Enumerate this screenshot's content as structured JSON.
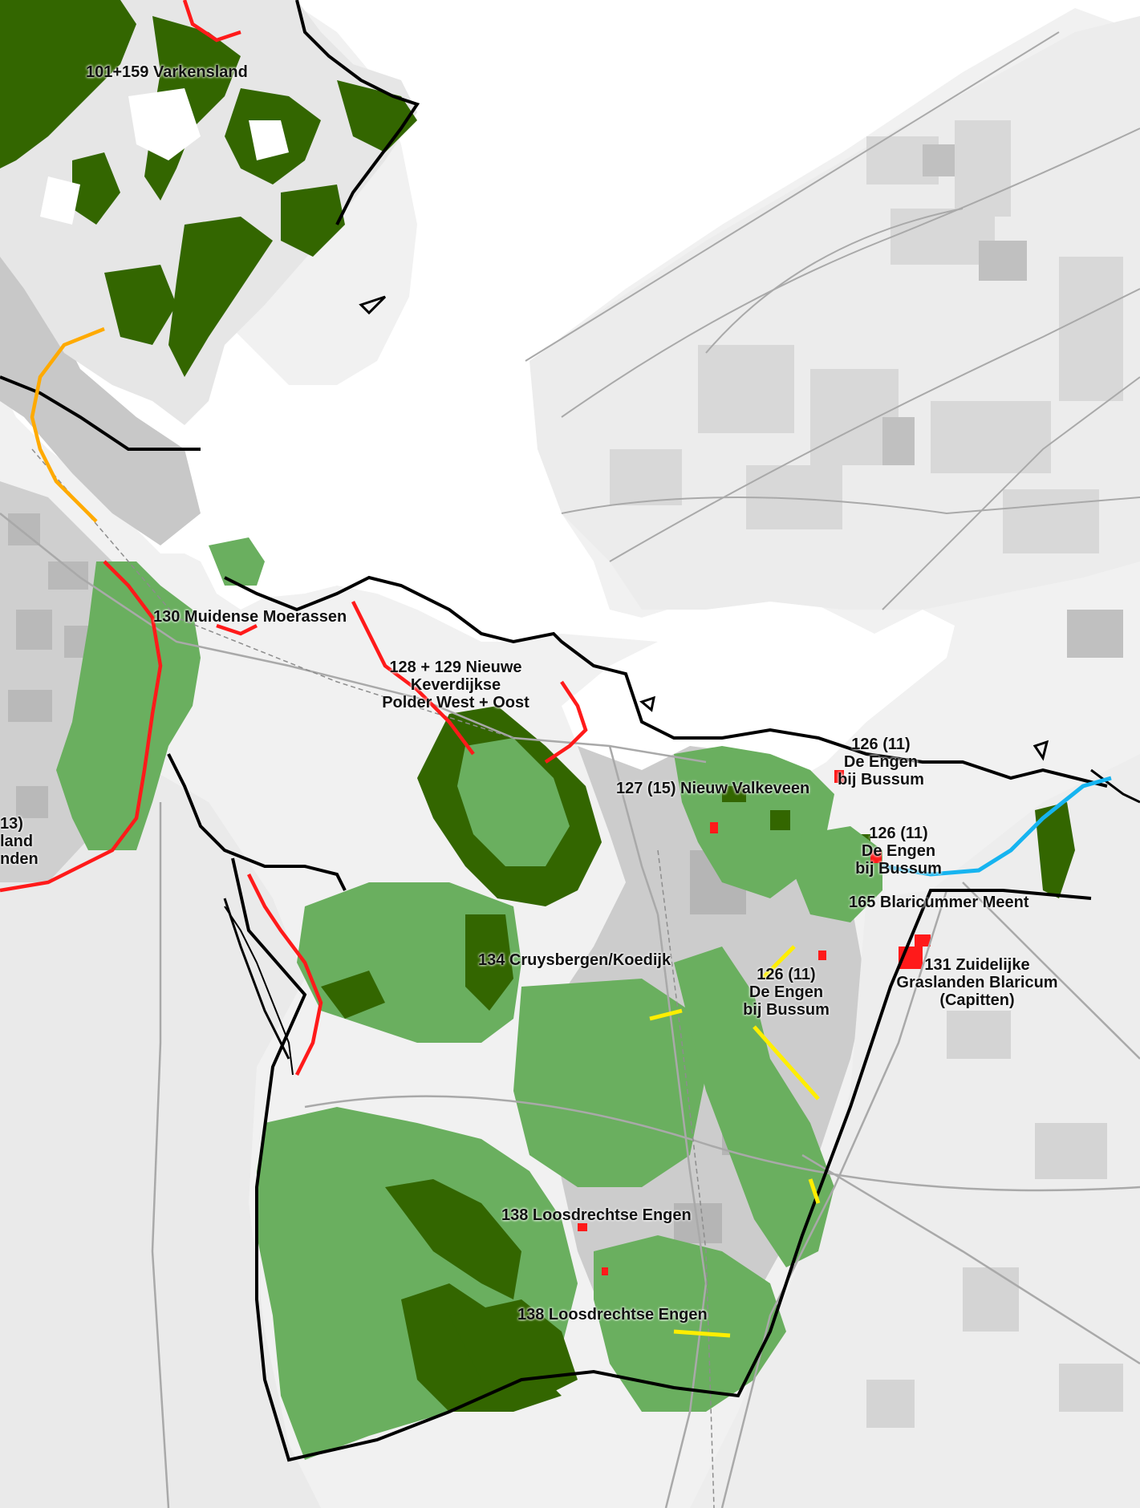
{
  "map": {
    "colors": {
      "water": "#ffffff",
      "land": "#f1f1f1",
      "built_light": "#d6d6d6",
      "built_dark": "#b9b9b9",
      "nature_light": "#6aaf5f",
      "nature_dark": "#336600",
      "boundary": "#000000",
      "line_red": "#ff1a1a",
      "line_orange": "#ffaa00",
      "line_yellow": "#ffee00",
      "line_blue": "#16b4f0",
      "road": "#a9a9a9"
    },
    "labels": [
      {
        "id": "varkensland",
        "lines": [
          "101+159 Varkensland"
        ]
      },
      {
        "id": "muidense",
        "lines": [
          "130 Muidense Moerassen"
        ]
      },
      {
        "id": "keverdijkse",
        "lines": [
          "128 + 129 Nieuwe",
          "Keverdijkse",
          "Polder West + Oost"
        ]
      },
      {
        "id": "valkeveen",
        "lines": [
          "127 (15) Nieuw Valkeveen"
        ]
      },
      {
        "id": "engen1",
        "lines": [
          "126 (11)",
          "De Engen",
          "bij Bussum"
        ]
      },
      {
        "id": "engen2",
        "lines": [
          "126 (11)",
          "De Engen",
          "bij Bussum"
        ]
      },
      {
        "id": "blaricummer",
        "lines": [
          "165 Blaricummer Meent"
        ]
      },
      {
        "id": "cruysbergen",
        "lines": [
          "134 Cruysbergen/Koedijk"
        ]
      },
      {
        "id": "engen3",
        "lines": [
          "126 (11)",
          "De Engen",
          "bij Bussum"
        ]
      },
      {
        "id": "zuidelijke",
        "lines": [
          "131 Zuidelijke",
          "Graslanden Blaricum",
          "(Capitten)"
        ]
      },
      {
        "id": "loosdrechtse1",
        "lines": [
          "138 Loosdrechtse Engen"
        ]
      },
      {
        "id": "loosdrechtse2",
        "lines": [
          "138 Loosdrechtse Engen"
        ]
      },
      {
        "id": "edge",
        "lines": [
          "13)",
          "land",
          "nden"
        ]
      }
    ]
  }
}
